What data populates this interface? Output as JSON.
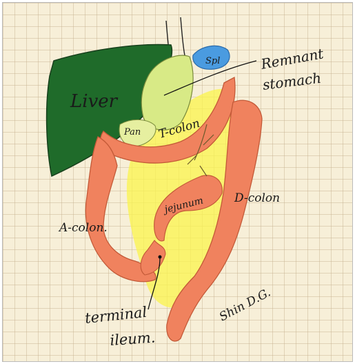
{
  "labels": {
    "liver": "Liver",
    "spleen": "Spl",
    "remnant_stomach": [
      "Remnant",
      "stomach"
    ],
    "pancreas": "Pan",
    "transverse_colon": "T-colon",
    "jejunum": "jejunum",
    "descending_colon": "D-colon",
    "ascending_colon": "A-colon.",
    "terminal_ileum": [
      "terminal",
      "ileum."
    ],
    "signature": "Shin D.G."
  },
  "colors": {
    "liver": "#1f6b2a",
    "stomach": "#d8ea86",
    "spleen": "#4a9be0",
    "colon": "#f0825e",
    "mesentery": "#fbf44c",
    "paper": "#f7efd8"
  }
}
